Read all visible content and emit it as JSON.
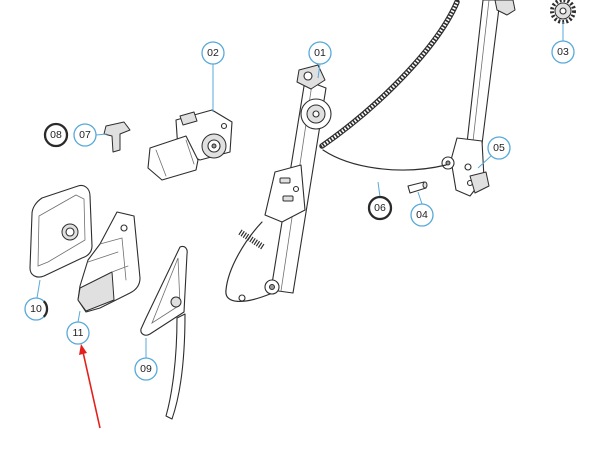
{
  "diagram": {
    "callouts": [
      "01",
      "02",
      "03",
      "04",
      "05",
      "06",
      "07",
      "08",
      "09",
      "10",
      "11"
    ]
  },
  "colors": {
    "line_art": "#2e2e2e",
    "callout_stroke": "#58a9d8",
    "callout_emphasis_stroke": "#2a2a2a",
    "highlight_arrow": "#e3211c"
  }
}
